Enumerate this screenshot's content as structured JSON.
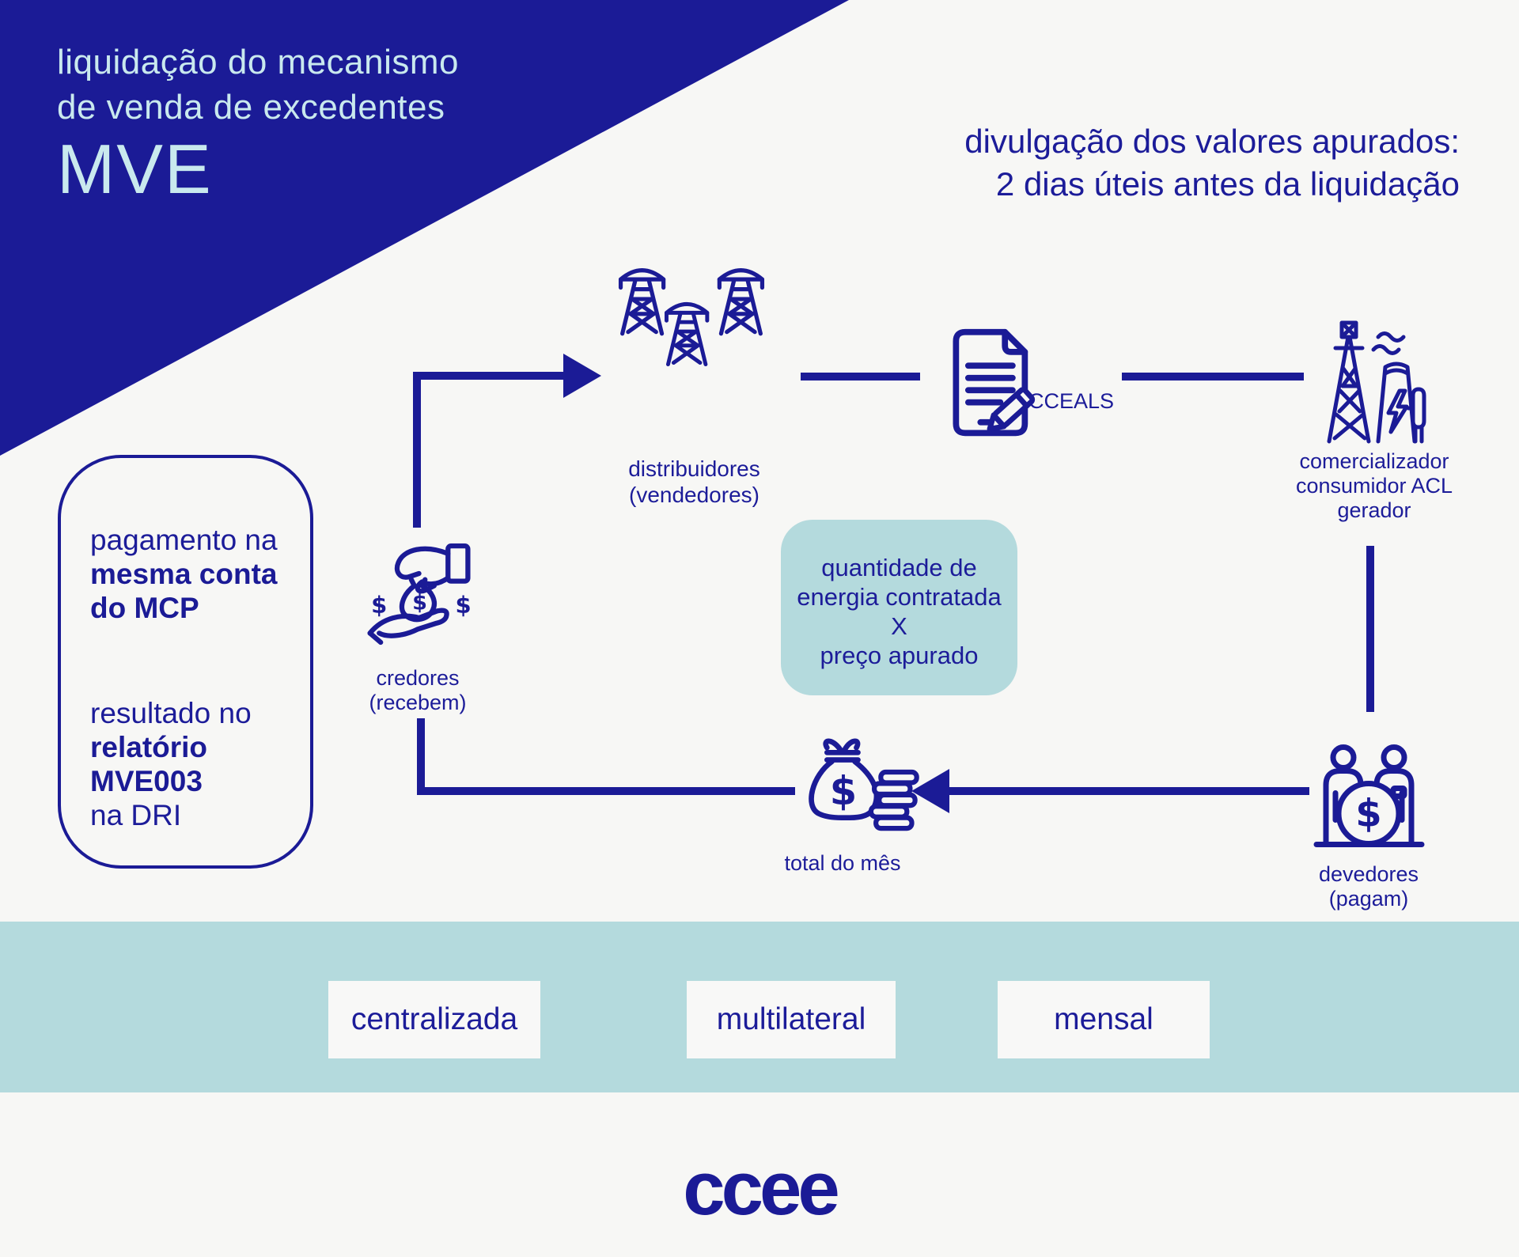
{
  "colors": {
    "navy": "#1b1b96",
    "title_blue": "#c9e9ee",
    "teal": "#b4dadd",
    "background": "#f7f7f5"
  },
  "header": {
    "title_line1": "liquidação do mecanismo",
    "title_line2": "de venda de excedentes",
    "acronym": "MVE",
    "note_line1": "divulgação dos valores apurados:",
    "note_line2": "2 dias úteis antes da liquidação"
  },
  "side_note": {
    "p1_line1": "pagamento na",
    "p1_line2": "mesma conta",
    "p1_line3": "do MCP",
    "p2_line1": "resultado no",
    "p2_line2": "relatório MVE003",
    "p2_line3": "na DRI"
  },
  "flow": {
    "distribuidores": {
      "line1": "distribuidores",
      "line2": "(vendedores)",
      "icon": "transmission-towers-icon"
    },
    "contract": {
      "label": "CCEALS",
      "icon": "contract-document-pencil-icon"
    },
    "comercializador": {
      "line1": "comercializador",
      "line2": "consumidor ACL",
      "line3": "gerador",
      "icon": "power-plant-icon"
    },
    "devedores": {
      "line1": "devedores",
      "line2": "(pagam)",
      "icon": "payers-dollar-icon"
    },
    "total": {
      "label": "total do mês",
      "icon": "money-bag-coins-icon"
    },
    "credores": {
      "line1": "credores",
      "line2": "(recebem)",
      "icon": "hand-receiving-money-icon"
    },
    "formula": {
      "line1": "quantidade de",
      "line2": "energia contratada",
      "line3": "X",
      "line4": "preço apurado"
    }
  },
  "footer": {
    "tags": [
      "centralizada",
      "multilateral",
      "mensal"
    ],
    "logo_text": "ccee"
  }
}
